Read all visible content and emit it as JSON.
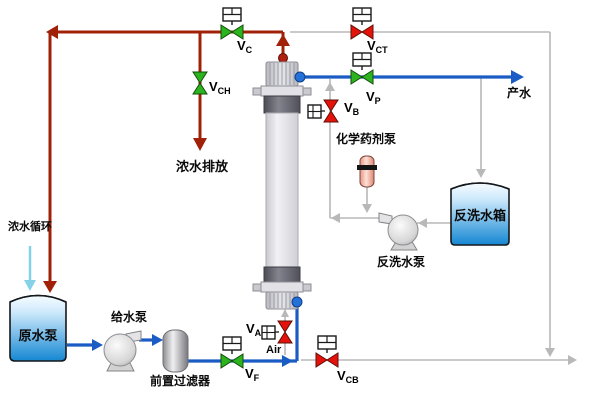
{
  "title": "ultrafiltration-membrane-process-diagram",
  "labels": {
    "concentrate_recycle": "浓水循环",
    "concentrate_discharge": "浓水排放",
    "raw_water_tank": "原水泵",
    "feed_pump": "给水泵",
    "prefilter": "前置过滤器",
    "chemical_dosing_pump": "化学药剂泵",
    "backwash_tank": "反洗水箱",
    "backwash_pump": "反洗水泵",
    "product_water": "产水",
    "air": "Air"
  },
  "valves": {
    "vc": {
      "letter": "V",
      "sub": "C",
      "state_color": "#2cb31e",
      "type": "actuated"
    },
    "vct": {
      "letter": "V",
      "sub": "CT",
      "state_color": "#e3130b",
      "type": "actuated"
    },
    "vch": {
      "letter": "V",
      "sub": "CH",
      "state_color": "#2cb31e",
      "type": "manual"
    },
    "vp": {
      "letter": "V",
      "sub": "P",
      "state_color": "#2cb31e",
      "type": "actuated"
    },
    "vb": {
      "letter": "V",
      "sub": "B",
      "state_color": "#e3130b",
      "type": "solenoid"
    },
    "va": {
      "letter": "V",
      "sub": "A",
      "state_color": "#e3130b",
      "type": "solenoid"
    },
    "vf": {
      "letter": "V",
      "sub": "F",
      "state_color": "#2cb31e",
      "type": "actuated"
    },
    "vcb": {
      "letter": "V",
      "sub": "CB",
      "state_color": "#e3130b",
      "type": "actuated"
    }
  },
  "colors": {
    "concentrate_line": "#a02108",
    "product_line": "#1a5cc4",
    "service_line": "#b8b8b8",
    "recycle_arrow": "#85d2e8",
    "valve_green": "#2cb31e",
    "valve_red": "#e3130b",
    "port_red": "#b02010",
    "port_blue": "#2471d8",
    "tank_blue": "#1e8fd4"
  }
}
